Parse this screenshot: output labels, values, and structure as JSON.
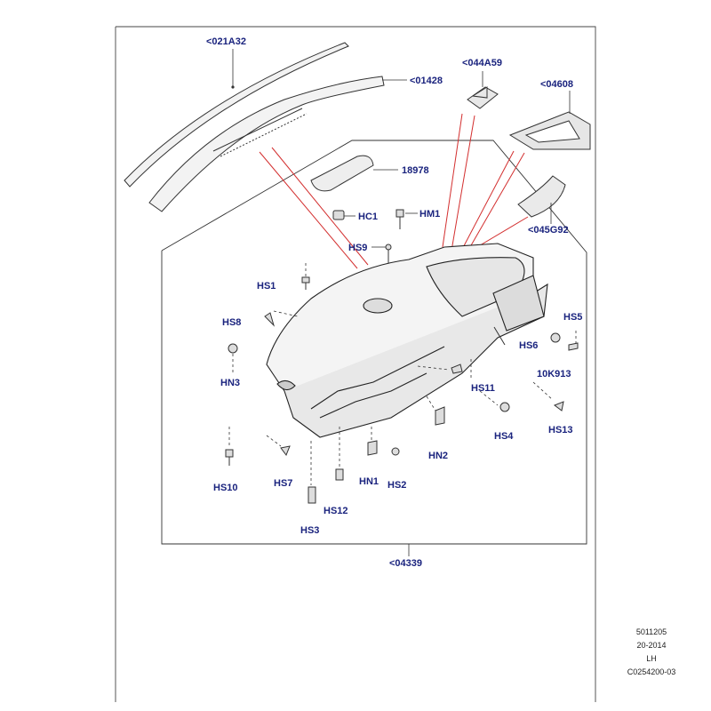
{
  "diagram": {
    "labels": {
      "021A32": "<021A32",
      "01428": "<01428",
      "044A59": "<044A59",
      "04608": "<04608",
      "18978": "18978",
      "HC1": "HC1",
      "HM1": "HM1",
      "HS9": "HS9",
      "045G92": "<045G92",
      "HS1": "HS1",
      "HS8": "HS8",
      "HN3": "HN3",
      "HS5": "HS5",
      "HS6": "HS6",
      "10K913": "10K913",
      "HS11": "HS11",
      "HS4": "HS4",
      "HS13": "HS13",
      "HN2": "HN2",
      "HS10": "HS10",
      "HS7": "HS7",
      "HN1": "HN1",
      "HS2": "HS2",
      "HS12": "HS12",
      "HS3": "HS3",
      "04339": "<04339"
    },
    "colors": {
      "label": "#1a237e",
      "leader_red": "#d32f2f",
      "line": "#333333",
      "part_fill": "#f2f2f2"
    }
  },
  "meta": {
    "line1": "5011205",
    "line2": "20-2014",
    "line3": "LH",
    "line4": "C0254200-03"
  }
}
